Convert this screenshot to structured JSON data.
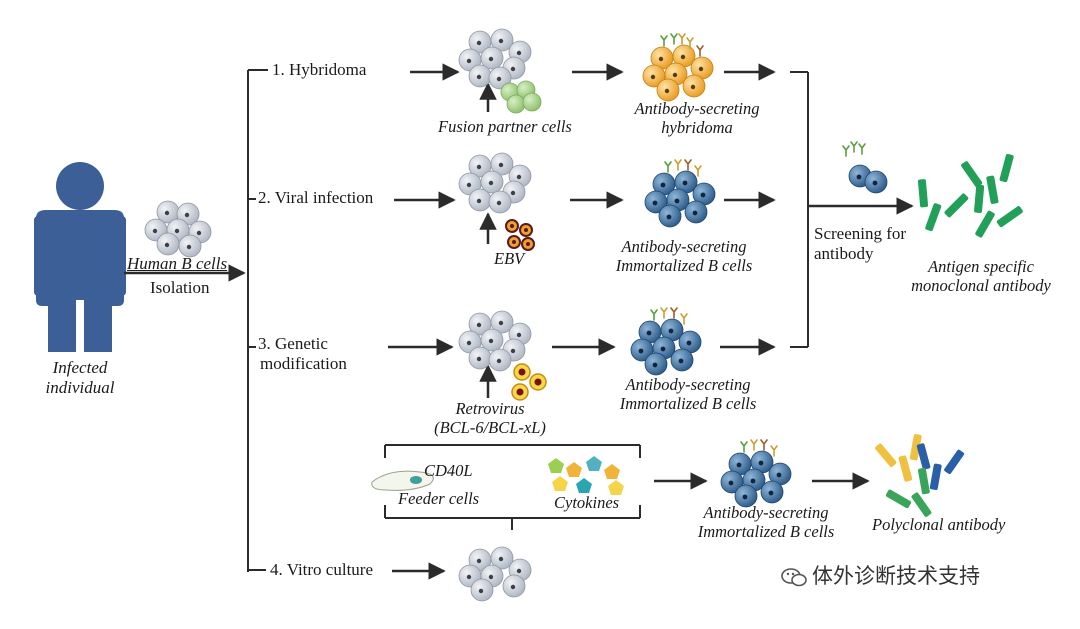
{
  "person": {
    "label_line1": "Infected",
    "label_line2": "individual"
  },
  "isolation": {
    "cell_label": "Human B cells",
    "step_label": "Isolation"
  },
  "methods": {
    "hybridoma": "1. Hybridoma",
    "viral": "2. Viral infection",
    "genetic_line1": "3. Genetic",
    "genetic_line2": "modification",
    "vitro": "4. Vitro culture"
  },
  "labels": {
    "fusion_partner": "Fusion partner cells",
    "ebv": "EBV",
    "retrovirus_line1": "Retrovirus",
    "retrovirus_line2": "(BCL-6/BCL-xL)",
    "cd40l": "CD40L",
    "feeder_cells": "Feeder cells",
    "cytokines": "Cytokines"
  },
  "outputs": {
    "hybridoma_line1": "Antibody-secreting",
    "hybridoma_line2": "hybridoma",
    "viral_line1": "Antibody-secreting",
    "viral_line2": "Immortalized B cells",
    "genetic_line1": "Antibody-secreting",
    "genetic_line2": "Immortalized B cells",
    "vitro_line1": "Antibody-secreting",
    "vitro_line2": "Immortalized B cells"
  },
  "screening": {
    "line1": "Screening for",
    "line2": "antibody"
  },
  "results": {
    "monoclonal_line1": "Antigen specific",
    "monoclonal_line2": "monoclonal antibody",
    "polyclonal": "Polyclonal antibody"
  },
  "watermark": {
    "text": "体外诊断技术支持"
  },
  "colors": {
    "person": "#3d5f98",
    "b_cell": "#c9d0da",
    "hybridoma": "#f2b13f",
    "immortalized": "#3d6d9c",
    "fusion_partner": "#a9d18e",
    "monoclonal": "#22a05a",
    "polyclonal_yellow": "#f0c040",
    "polyclonal_blue": "#2a5fa8",
    "polyclonal_green": "#3aa55a"
  }
}
